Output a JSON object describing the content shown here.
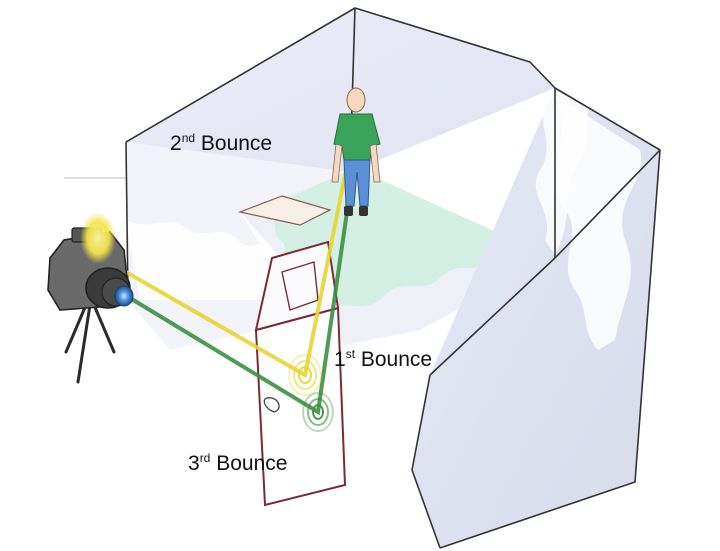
{
  "labels": {
    "bounce2": {
      "ordinal": "2",
      "suffix": "nd",
      "word": "Bounce"
    },
    "bounce1": {
      "ordinal": "1",
      "suffix": "st",
      "word": "Bounce"
    },
    "bounce3": {
      "ordinal": "3",
      "suffix": "rd",
      "word": "Bounce"
    }
  },
  "colors": {
    "yellow_ray": "#e9d431",
    "green_ray": "#3c8f43",
    "camera_flash": "#f3e34a",
    "floor_highlight": "#cfeee0",
    "door_frame": "#7a2b33",
    "person_shirt": "#3aa35a",
    "person_pants": "#5a8fd6"
  }
}
